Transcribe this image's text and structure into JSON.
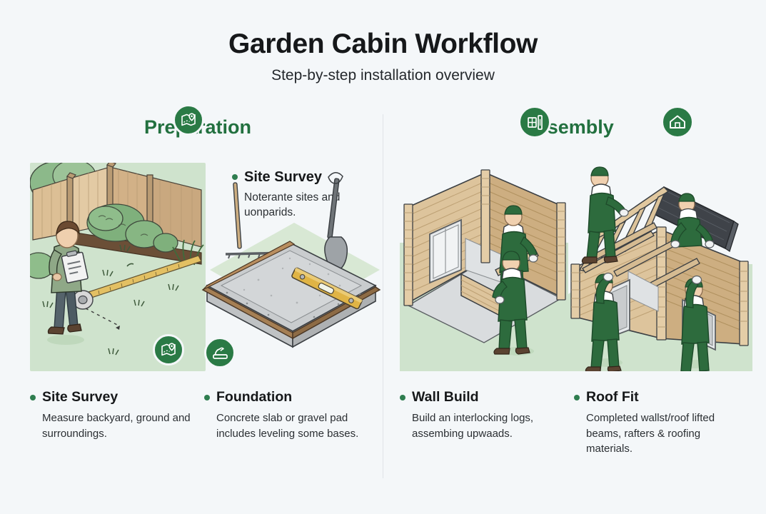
{
  "header": {
    "title": "Garden Cabin Workflow",
    "subtitle": "Step-by-step installation overview"
  },
  "colors": {
    "page_background": "#f4f7f9",
    "heading_green": "#22703f",
    "badge_green": "#2a7a45",
    "bullet_green": "#2e7d4f",
    "lawn_green": "#cfe3cd",
    "wood_light": "#e2c9a0",
    "wood_mid": "#cdae81",
    "overall_green": "#2d6b3d",
    "roof_dark": "#3f4349",
    "divider": "#dfe4e8",
    "body_text": "#2b2f33",
    "title_text": "#16181a"
  },
  "columns": [
    {
      "id": "preparation",
      "heading": "Preparation",
      "callout": {
        "title": "Site Survey",
        "body": "Noterante sites and uonparids."
      },
      "badges": [
        {
          "name": "map-pin-icon",
          "icon": "map-pin"
        },
        {
          "name": "map-pin-icon",
          "icon": "map-pin"
        },
        {
          "name": "concrete-trowel-icon",
          "icon": "trowel"
        }
      ],
      "steps": [
        {
          "title": "Site Survey",
          "body": "Measure backyard, ground and surroundings."
        },
        {
          "title": "Foundation",
          "body": "Concrete slab or gravel pad includes leveling some bases."
        }
      ]
    },
    {
      "id": "assembly",
      "heading": "Assembly",
      "badges": [
        {
          "name": "wall-panel-icon",
          "icon": "wall-panel"
        },
        {
          "name": "house-icon",
          "icon": "house"
        }
      ],
      "steps": [
        {
          "title": "Wall Build",
          "body": "Build an interlocking logs, assembing upwaads."
        },
        {
          "title": "Roof Fit",
          "body": "Completed wallst/roof lifted beams, rafters & roofing materials."
        }
      ]
    }
  ]
}
